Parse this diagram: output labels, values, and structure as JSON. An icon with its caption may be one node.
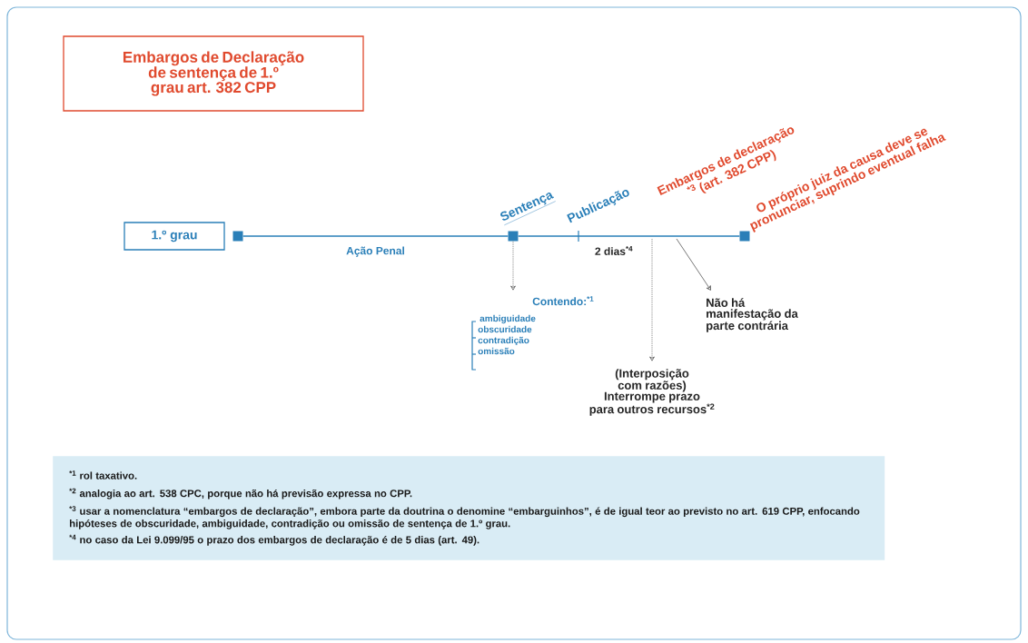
{
  "diagram": {
    "nodes": [
      {
        "text": [
          "Embargos de Declaração de sentença de 1.º grau art. 382 CPP"
        ]
      },
      {
        "text": [
          "1.º grau"
        ]
      },
      {
        "text": [],
        "shape": "box"
      },
      {
        "text": [],
        "shape": "box"
      },
      {
        "text": [],
        "shape": "box"
      },
      {
        "text": [
          "Contendo:$^{*1}$",
          "ambiguidade",
          "obscuridade",
          "contradição",
          "omissão"
        ]
      },
      {
        "text": [
          "(Interposição com razões) Interrompe prazo para outros recursos$^{*2}$"
        ]
      },
      {
        "text": [
          "Não há manifestação da parte contrária"
        ]
      },
      {
        "text": [
          "$^{*1}$ rol taxativo.",
          "$^{*2}$ analogia ao art. 538 CPC, porque não há previsão expressa no CPP.",
          "$^{*3}$ usar a nomenclatura “embargos de declaração”, embora parte da doutrina o denomine “embarguinhos”, é de igual teor ao previsto no art. 619 CPP, enfocando hipóteses de obscuridade, ambiguidade, contradição ou omissão de sentença de 1.º grau.",
          "$^{*4}$ no caso da Lei 9.099/95 o prazo dos embargos de declaração é de 5 dias (art. 49)."
        ]
      }
    ],
    "edges": [
      {
        "from": 2,
        "to": 3,
        "arrow": "none",
        "label": "Ação Penal",
        "color": "#2a7fb8"
      },
      {
        "from": 3,
        "to": 4,
        "arrow": "none",
        "color": "#2a7fb8"
      },
      {
        "from": 3,
        "to": 5,
        "arrow": "to",
        "style": "dashed"
      },
      {
        "from": null,
        "to": 6,
        "arrow": "to",
        "style": "dashed"
      },
      {
        "from": null,
        "to": 7,
        "arrow": "to"
      }
    ],
    "labels": [
      "Sentença",
      "Publicação",
      "2 dias$^{*4}$",
      "Embargos de declaração $^{*3}$ (art. 382 CPP)",
      "O próprio juiz da causa deve se pronunciar, suprindo eventual falha"
    ]
  }
}
